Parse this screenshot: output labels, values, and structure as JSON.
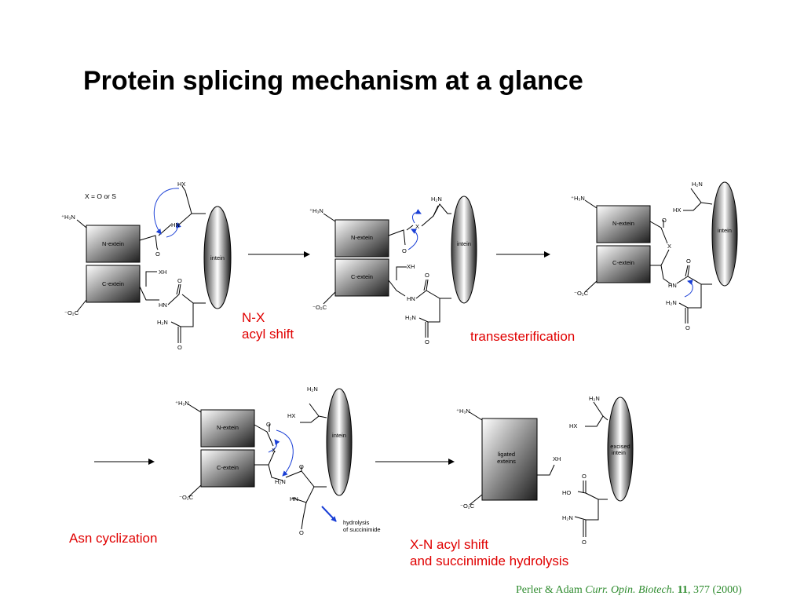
{
  "title": "Protein splicing mechanism at a glance",
  "legend_note": "X = O or S",
  "step_labels": {
    "step1_line1": "N-X",
    "step1_line2": "acyl shift",
    "step2": "transesterification",
    "step3": "Asn cyclization",
    "step4_line1": "X-N acyl shift",
    "step4_line2": "and succinimide hydrolysis"
  },
  "block_labels": {
    "n_extein": "N-extein",
    "c_extein": "C-extein",
    "intein": "intein",
    "ligated_line1": "ligated",
    "ligated_line2": "exteins",
    "excised_line1": "excised",
    "excised_line2": "intein"
  },
  "chem_labels": {
    "hx": "HX",
    "xh": "XH",
    "hn": "HN",
    "o": "O",
    "x": "X",
    "h2n": "H₂N",
    "h3n_plus": "⁺H₃N",
    "co2_minus": "⁻O₂C",
    "ho": "HO",
    "hydrolysis_line1": "hydrolysis",
    "hydrolysis_line2": "of succinimide"
  },
  "citation": {
    "authors": "Perler & Adam",
    "journal": "Curr. Opin. Biotech.",
    "volume": "11",
    "rest": ", 377 (2000)"
  },
  "colors": {
    "label_red": "#e00000",
    "citation_green": "#2e8b2e",
    "arrow_blue": "#1a3fd6"
  }
}
